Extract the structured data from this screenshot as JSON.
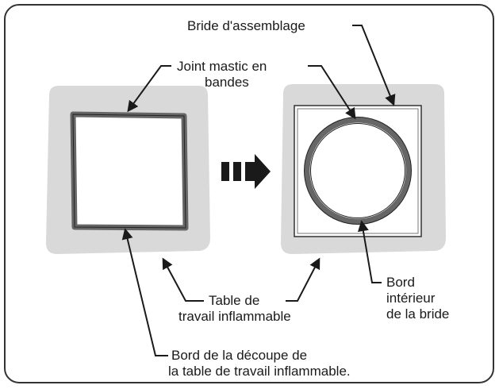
{
  "labels": {
    "mounting_flange": "Bride d'assemblage",
    "mastic_joint_line1": "Joint mastic en",
    "mastic_joint_line2": "bandes",
    "worktop_line1": "Table de",
    "worktop_line2": "travail inflammable",
    "inner_edge_line1": "Bord",
    "inner_edge_line2": "intérieur",
    "inner_edge_line3": "de la bride",
    "cutout_edge_line1": "Bord de la découpe de",
    "cutout_edge_line2": "la table de travail inflammable."
  },
  "colors": {
    "frame": "#333333",
    "worktop": "#d9d9d9",
    "mastic": "#666666",
    "ink": "#1a1a1a",
    "arrow": "#1a1a1a"
  },
  "icons": {
    "transition_arrow": "dashed-right-arrow"
  }
}
